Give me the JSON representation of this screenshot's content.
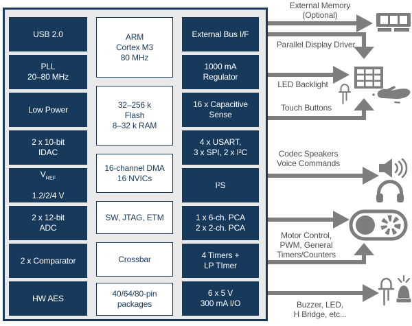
{
  "colors": {
    "navy": "#17395c",
    "chip_background": "#e9e9e9",
    "arrow_gray": "#7d7d7d",
    "label_gray": "#4f4f4f",
    "block_text_on_dark": "#ffffff"
  },
  "chip": {
    "left_column": [
      {
        "label": "USB 2.0"
      },
      {
        "label": "PLL\n20–80 MHz"
      },
      {
        "label": "Low Power"
      },
      {
        "label": "2 x 10-bit\nIDAC"
      },
      {
        "pre": "V",
        "sub": "REF",
        "line2": "1.2/2/4 V"
      },
      {
        "label": "2 x 12-bit\nADC"
      },
      {
        "label": "2 x Comparator"
      },
      {
        "label": "HW AES"
      }
    ],
    "middle_column": [
      {
        "label": "ARM\nCortex M3\n80 MHz"
      },
      {
        "label": "32–256 k\nFlash\n8–32 k RAM"
      },
      {
        "label": "16-channel DMA\n16 NVICs"
      },
      {
        "label": "SW, JTAG, ETM"
      },
      {
        "label": "Crossbar"
      },
      {
        "label": "40/64/80-pin\npackages"
      }
    ],
    "right_column": [
      {
        "label": "External Bus I/F"
      },
      {
        "label": "1000 mA\nRegulator"
      },
      {
        "label": "16 x Capacitive\nSense"
      },
      {
        "label": "4 x USART,\n3 x SPI, 2 x I²C"
      },
      {
        "label": "I²S"
      },
      {
        "label": "1 x 6-ch. PCA\n2 x 2-ch. PCA"
      },
      {
        "label": "4 Timers +\nLP TImer"
      },
      {
        "label": "6 x 5 V\n300 mA I/O"
      }
    ]
  },
  "annotations": [
    {
      "label": "External Memory\n(Optional)",
      "icons": [
        "memory-module-icon"
      ]
    },
    {
      "label": "Parallel Display Driver",
      "icons": []
    },
    {
      "label": "LED Backlight",
      "icons": [
        "display-grid-icon",
        "led-icon",
        "hand-swipe-icon"
      ]
    },
    {
      "label": "Touch Buttons",
      "icons": []
    },
    {
      "label": "Codec Speakers\nVoice Commands",
      "icons": [
        "speaker-icon",
        "headphones-icon"
      ]
    },
    {
      "label": "Motor Control,\nPWM, General\nTimers/Counters",
      "icons": [
        "motor-belt-icon"
      ]
    },
    {
      "label": "Buzzer, LED,\nH Bridge, etc...",
      "icons": [
        "led-icon",
        "siren-icon"
      ]
    }
  ]
}
